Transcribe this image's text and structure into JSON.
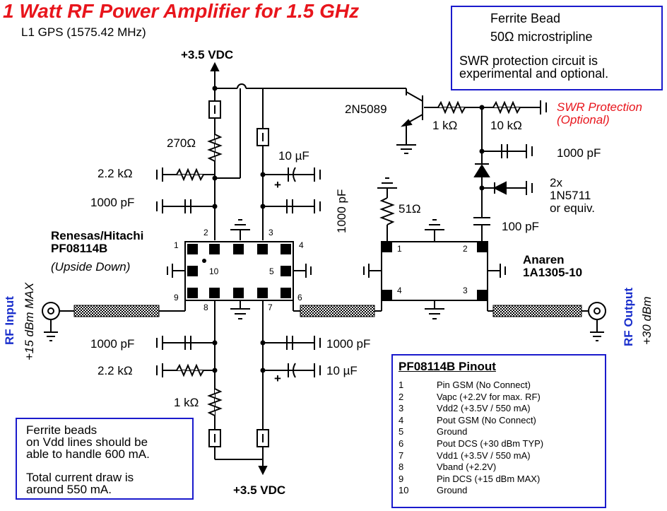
{
  "title": "1 Watt RF Power Amplifier for 1.5 GHz",
  "subtitle": "L1 GPS (1575.42 MHz)",
  "legend": {
    "ferrite_bead": "Ferrite Bead",
    "microstrip": "50Ω microstripline",
    "note_line1": "SWR protection circuit is",
    "note_line2": "experimental and optional."
  },
  "supply_top": "+3.5 VDC",
  "supply_bottom": "+3.5 VDC",
  "components": {
    "r270": "270Ω",
    "r2k2_top": "2.2 kΩ",
    "c1000_top_left": "1000 pF",
    "c10u_top": "10 µF",
    "c1000_top_vert": "1000 pF",
    "c1000_bot_left": "1000 pF",
    "r2k2_bot": "2.2 kΩ",
    "r1k_bot": "1 kΩ",
    "c1000_bot_right": "1000 pF",
    "c10u_bot": "10 µF",
    "transistor": "2N5089",
    "r1k_swr": "1 kΩ",
    "r10k_swr": "10 kΩ",
    "c1000_swr": "1000 pF",
    "diodes": "2x",
    "diode_part": "1N5711",
    "diode_equiv": "or equiv.",
    "c100": "100 pF",
    "r51": "51Ω",
    "swr_label1": "SWR Protection",
    "swr_label2": "(Optional)",
    "plus": "+"
  },
  "ic1": {
    "maker": "Renesas/Hitachi",
    "part": "PF08114B",
    "note": "(Upside Down)",
    "pins": [
      "1",
      "2",
      "3",
      "4",
      "5",
      "6",
      "7",
      "8",
      "9",
      "10"
    ]
  },
  "ic2": {
    "maker": "Anaren",
    "part": "1A1305-10",
    "pins": [
      "1",
      "2",
      "3",
      "4"
    ]
  },
  "rf_input": {
    "label": "RF Input",
    "spec": "+15 dBm MAX"
  },
  "rf_output": {
    "label": "RF Output",
    "spec": "+30 dBm"
  },
  "ferrite_note": {
    "l1": "Ferrite beads",
    "l2": "on Vdd lines should be",
    "l3": "able to handle 600 mA.",
    "l4": "Total current draw is",
    "l5": "around 550 mA."
  },
  "pinout": {
    "title": "PF08114B Pinout",
    "rows": [
      {
        "pin": "1",
        "desc": "Pin GSM (No Connect)"
      },
      {
        "pin": "2",
        "desc": "Vapc (+2.2V for max. RF)"
      },
      {
        "pin": "3",
        "desc": "Vdd2 (+3.5V / 550 mA)"
      },
      {
        "pin": "4",
        "desc": "Pout GSM (No Connect)"
      },
      {
        "pin": "5",
        "desc": "Ground"
      },
      {
        "pin": "6",
        "desc": "Pout DCS (+30 dBm TYP)"
      },
      {
        "pin": "7",
        "desc": "Vdd1 (+3.5V / 550 mA)"
      },
      {
        "pin": "8",
        "desc": "Vband (+2.2V)"
      },
      {
        "pin": "9",
        "desc": "Pin DCS (+15 dBm MAX)"
      },
      {
        "pin": "10",
        "desc": "Ground"
      }
    ]
  },
  "colors": {
    "title": "#e8151c",
    "box_border": "#1a1acc",
    "rf_labels": "#1a2fcc"
  }
}
